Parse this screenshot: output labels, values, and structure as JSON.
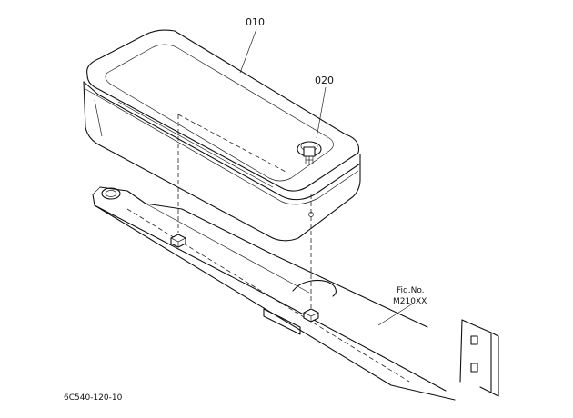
{
  "callouts": {
    "part_010": "010",
    "part_020": "020"
  },
  "figure_ref": {
    "line1": "Fig.No.",
    "line2": "M210XX"
  },
  "drawing_code": "6C540-120-10"
}
